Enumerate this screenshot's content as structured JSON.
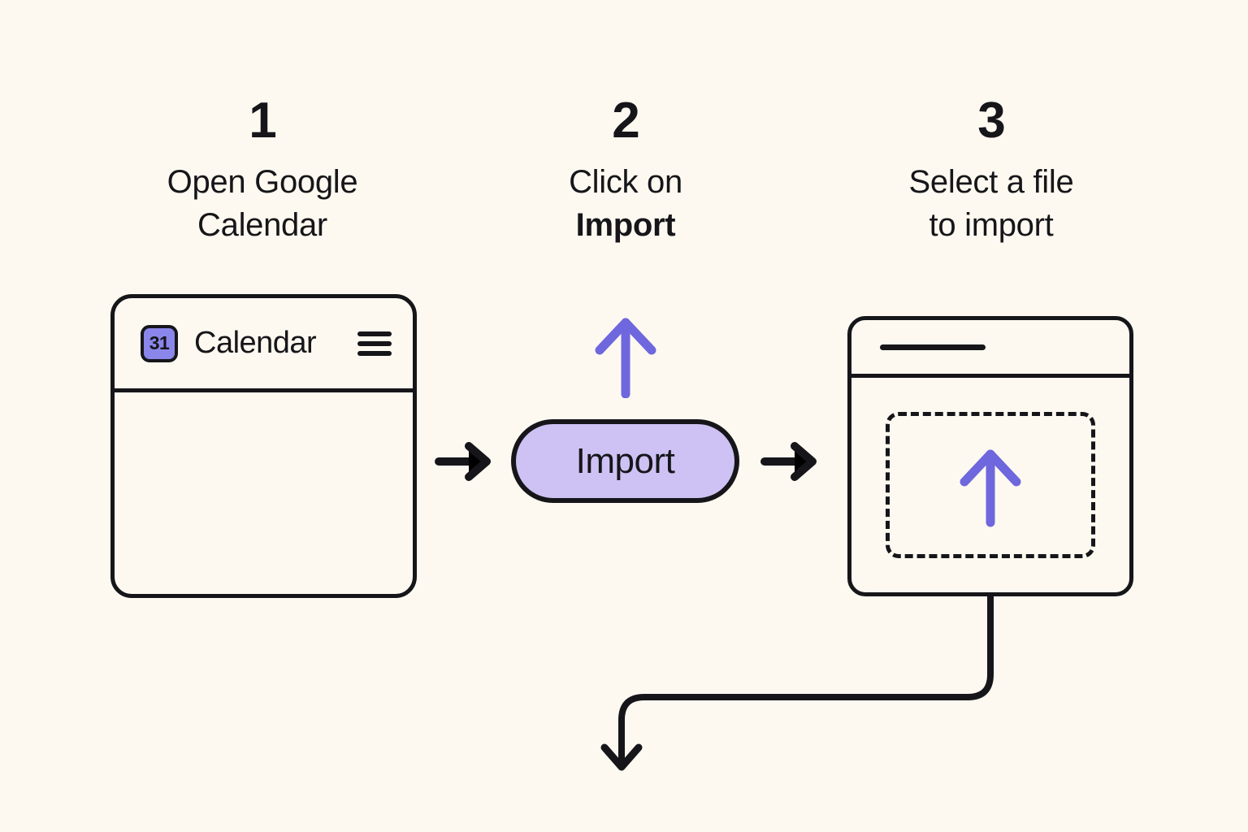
{
  "meta": {
    "background_color": "#fdf9f0",
    "ink_color": "#16161a",
    "accent_purple": "#6f67dd",
    "badge_purple": "#8b86ea",
    "button_purple": "#cec2f4"
  },
  "steps": [
    {
      "number": "1",
      "caption_lead": "Open Google",
      "caption_rest": "Calendar",
      "caption_bold": ""
    },
    {
      "number": "2",
      "caption_lead": "Click on",
      "caption_rest": "",
      "caption_bold": "Import"
    },
    {
      "number": "3",
      "caption_lead": "Select a file",
      "caption_rest": "to import",
      "caption_bold": ""
    }
  ],
  "calendar_window": {
    "badge_label": "31",
    "app_name": "Calendar",
    "menu_icon": "hamburger-menu-icon"
  },
  "import_button": {
    "label": "Import",
    "fill": "#cec2f4",
    "up_arrow_icon": "arrow-up-icon"
  },
  "file_picker_window": {
    "title_placeholder": "",
    "dropzone_icon": "arrow-up-icon",
    "dropzone_style": "dashed"
  },
  "connectors": {
    "arrow_1_to_2": "arrow-right-icon",
    "arrow_2_to_3": "arrow-right-icon",
    "arrow_3_to_output": "elbow-arrow-down-icon"
  }
}
